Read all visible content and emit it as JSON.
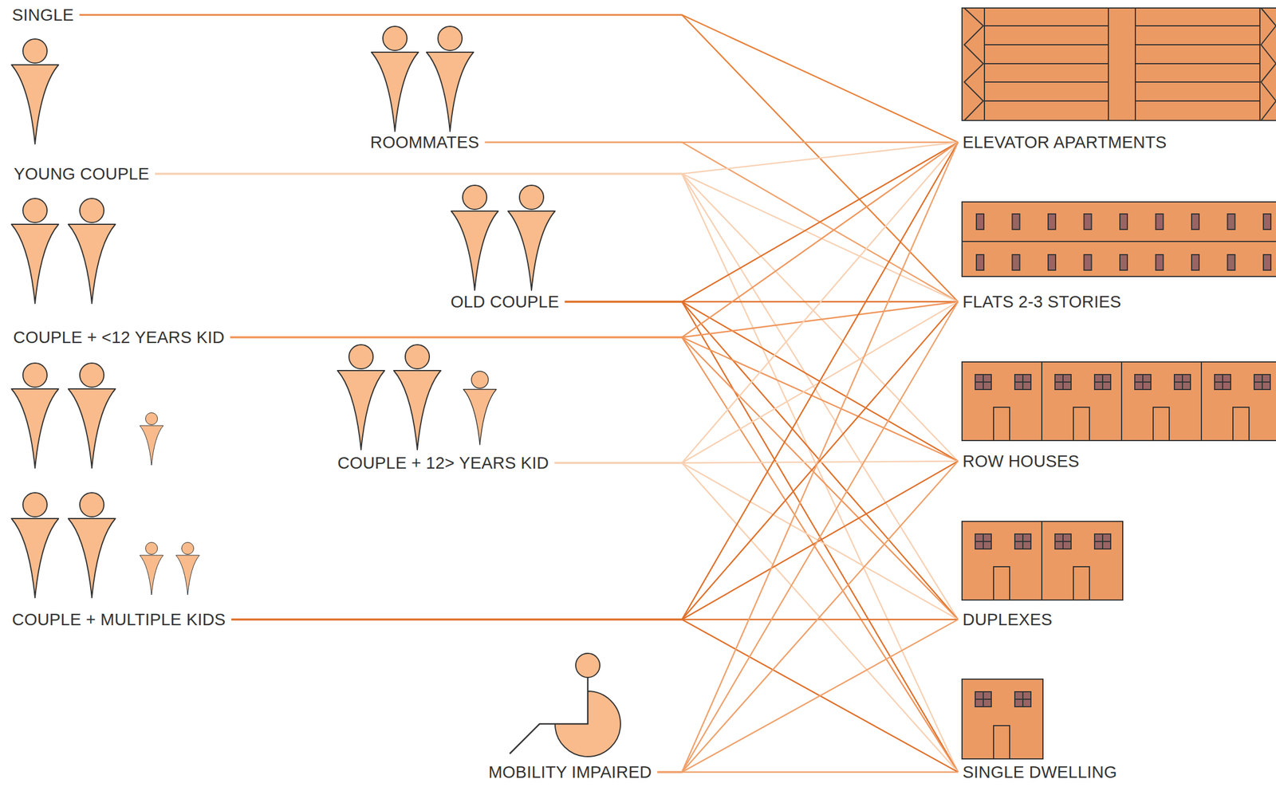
{
  "diagram": {
    "nodes": [
      {
        "text": [
          "SINGLE"
        ]
      },
      {
        "text": [
          "ROOMMATES"
        ]
      },
      {
        "text": [
          "YOUNG COUPLE"
        ]
      },
      {
        "text": [
          "OLD COUPLE"
        ]
      },
      {
        "text": [
          "COUPLE + <12 YEARS KID"
        ]
      },
      {
        "text": [
          "COUPLE + 12> YEARS KID"
        ]
      },
      {
        "text": [
          "COUPLE + MULTIPLE KIDS"
        ]
      },
      {
        "text": [
          "MOBILITY IMPAIRED"
        ]
      },
      {
        "text": [
          "ELEVATOR APARTMENTS"
        ]
      },
      {
        "text": [
          "FLATS 2-3 STORIES"
        ]
      },
      {
        "text": [
          "ROW HOUSES"
        ]
      },
      {
        "text": [
          "DUPLEXES"
        ]
      },
      {
        "text": [
          "SINGLE DWELLING"
        ]
      }
    ],
    "edges": [
      {
        "from": 0,
        "to": 8,
        "arrow": "none"
      },
      {
        "from": 0,
        "to": 9,
        "arrow": "none"
      },
      {
        "from": 1,
        "to": 8,
        "arrow": "none"
      },
      {
        "from": 1,
        "to": 9,
        "arrow": "none"
      },
      {
        "from": 2,
        "to": 8,
        "arrow": "none"
      },
      {
        "from": 2,
        "to": 9,
        "arrow": "none"
      },
      {
        "from": 2,
        "to": 10,
        "arrow": "none"
      },
      {
        "from": 2,
        "to": 11,
        "arrow": "none"
      },
      {
        "from": 2,
        "to": 12,
        "arrow": "none"
      },
      {
        "from": 3,
        "to": 8,
        "arrow": "none"
      },
      {
        "from": 3,
        "to": 9,
        "arrow": "none"
      },
      {
        "from": 3,
        "to": 10,
        "arrow": "none"
      },
      {
        "from": 3,
        "to": 11,
        "arrow": "none"
      },
      {
        "from": 3,
        "to": 12,
        "arrow": "none"
      },
      {
        "from": 4,
        "to": 8,
        "arrow": "none"
      },
      {
        "from": 4,
        "to": 9,
        "arrow": "none"
      },
      {
        "from": 4,
        "to": 10,
        "arrow": "none"
      },
      {
        "from": 4,
        "to": 11,
        "arrow": "none"
      },
      {
        "from": 4,
        "to": 12,
        "arrow": "none"
      },
      {
        "from": 5,
        "to": 8,
        "arrow": "none"
      },
      {
        "from": 5,
        "to": 9,
        "arrow": "none"
      },
      {
        "from": 5,
        "to": 10,
        "arrow": "none"
      },
      {
        "from": 5,
        "to": 11,
        "arrow": "none"
      },
      {
        "from": 5,
        "to": 12,
        "arrow": "none"
      },
      {
        "from": 6,
        "to": 8,
        "arrow": "none"
      },
      {
        "from": 6,
        "to": 9,
        "arrow": "none"
      },
      {
        "from": 6,
        "to": 10,
        "arrow": "none"
      },
      {
        "from": 6,
        "to": 11,
        "arrow": "none"
      },
      {
        "from": 6,
        "to": 12,
        "arrow": "none"
      },
      {
        "from": 7,
        "to": 8,
        "arrow": "none"
      },
      {
        "from": 7,
        "to": 9,
        "arrow": "none"
      },
      {
        "from": 7,
        "to": 10,
        "arrow": "none"
      },
      {
        "from": 7,
        "to": 11,
        "arrow": "none"
      },
      {
        "from": 7,
        "to": 12,
        "arrow": "none"
      }
    ]
  }
}
